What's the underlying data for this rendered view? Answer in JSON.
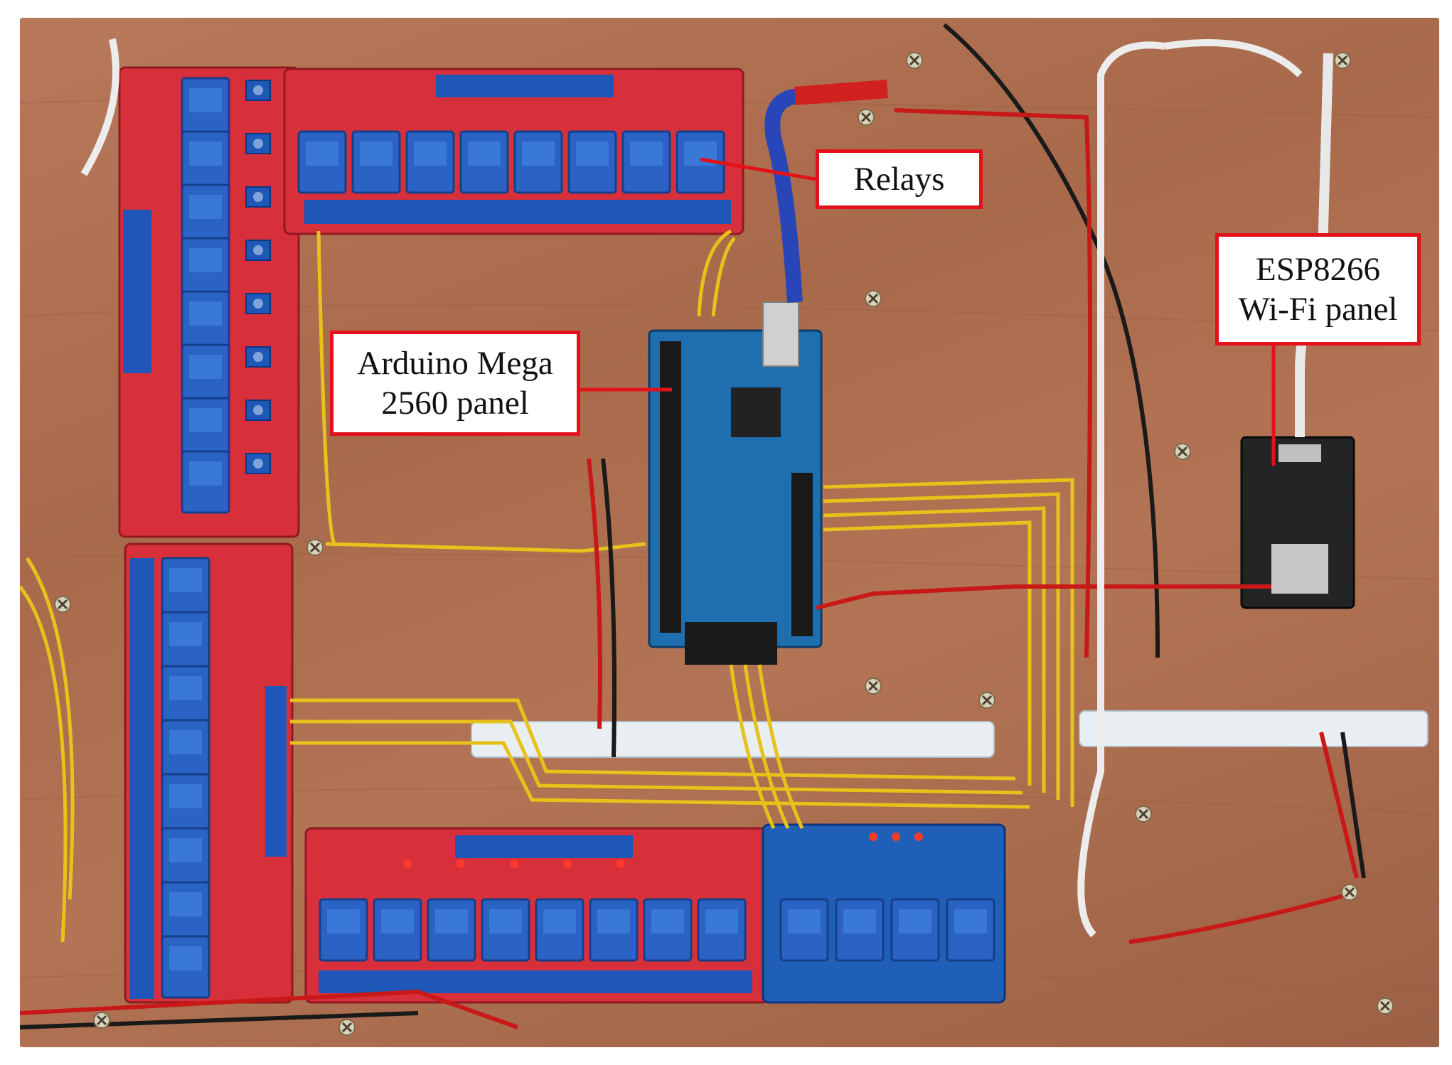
{
  "callouts": {
    "relays": {
      "label": "Relays"
    },
    "arduino": {
      "line1": "Arduino Mega",
      "line2": "2560 panel"
    },
    "esp": {
      "line1": "ESP8266",
      "line2": "Wi-Fi panel"
    }
  },
  "colors": {
    "callout_border": "#e3121a",
    "board_red": "#d8303a",
    "relay_blue": "#2a63c4",
    "arduino_blue": "#1f6fb0",
    "wire_yellow": "#e6c21a",
    "wood": "#b0714f"
  }
}
